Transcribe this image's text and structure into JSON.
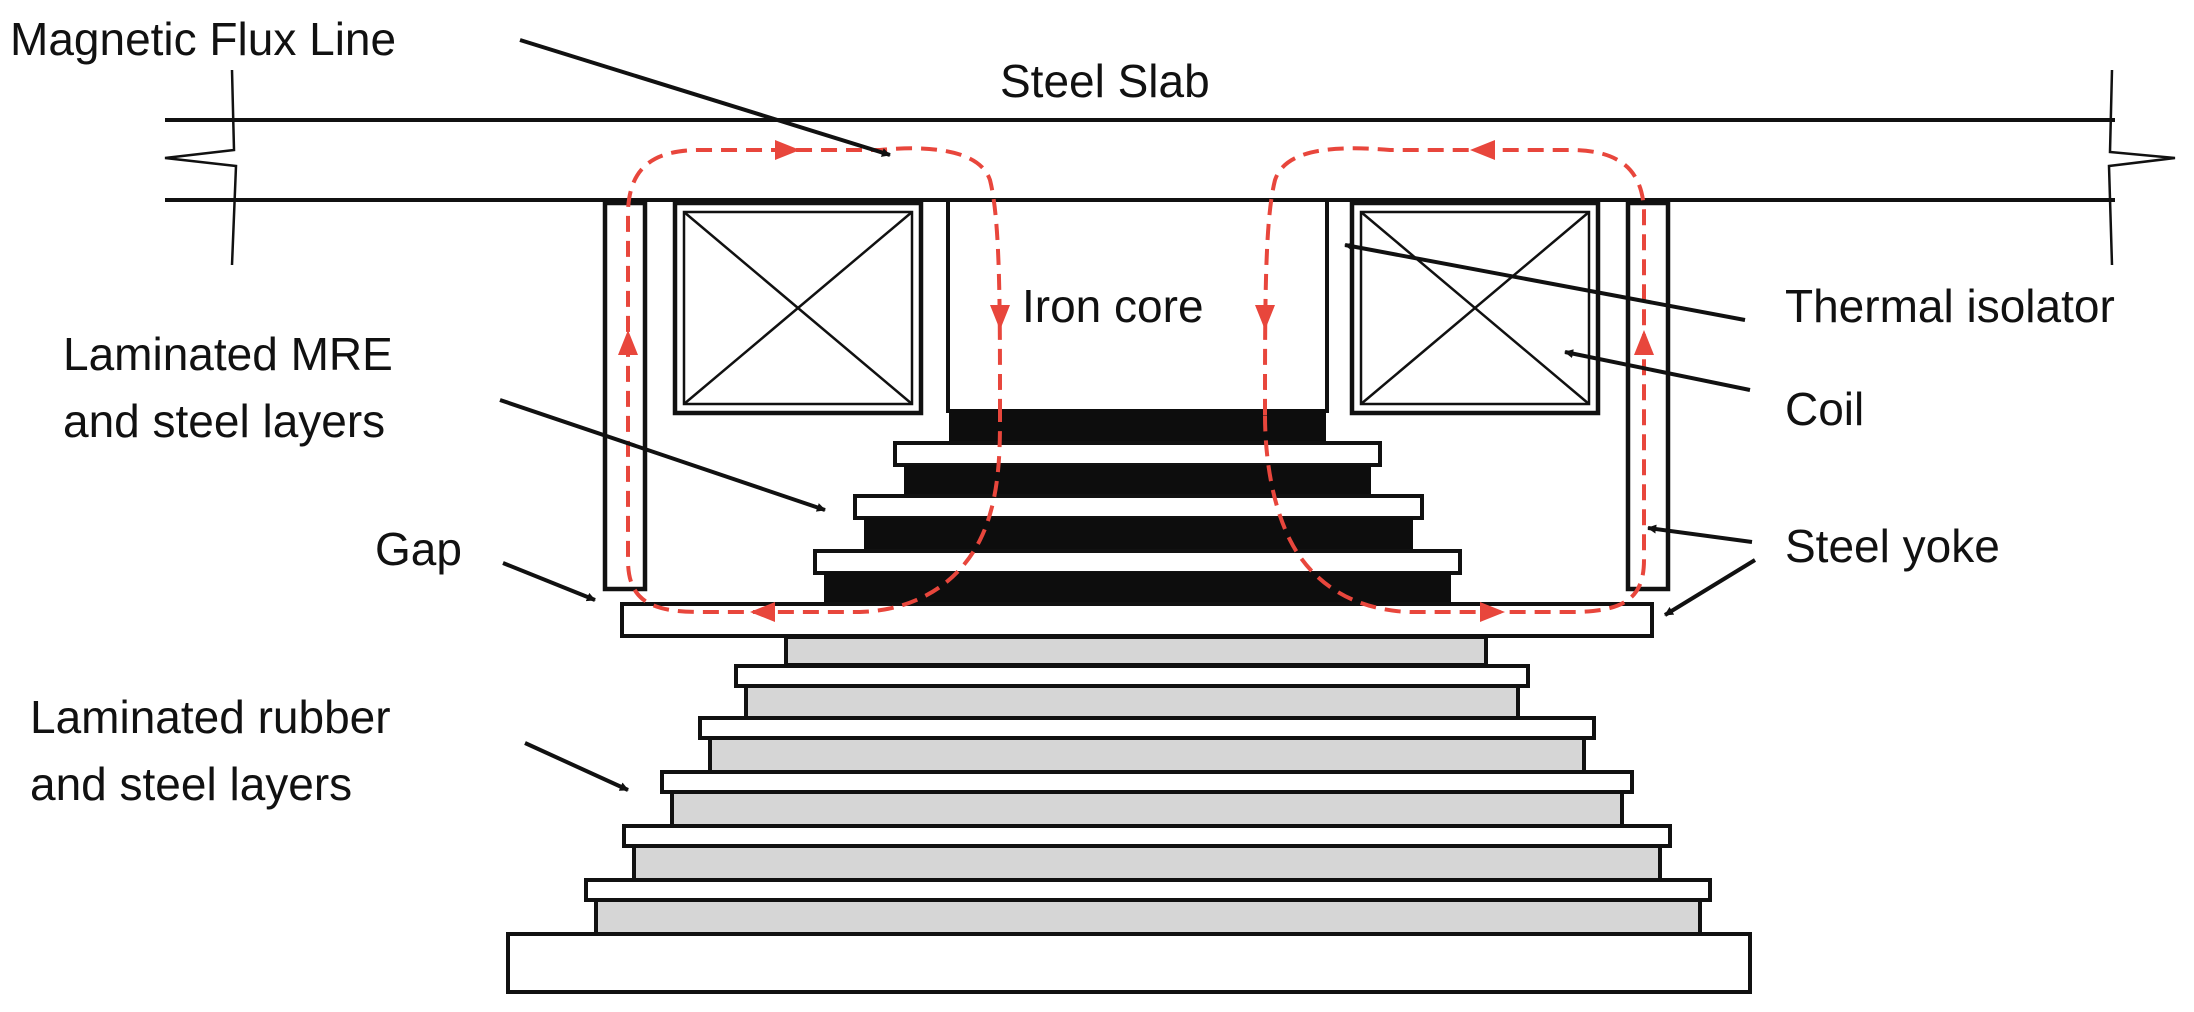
{
  "labels": {
    "magnetic_flux_line": "Magnetic Flux Line",
    "steel_slab": "Steel Slab",
    "iron_core": "Iron core",
    "thermal_isolator": "Thermal isolator",
    "coil": "Coil",
    "laminated_mre_line1": "Laminated MRE",
    "laminated_mre_line2": "and steel layers",
    "gap": "Gap",
    "steel_yoke": "Steel yoke",
    "laminated_rubber_line1": "Laminated rubber",
    "laminated_rubber_line2": "and steel layers"
  },
  "colors": {
    "flux_line": "#e8463c",
    "mre_layer": "#0d0d0d",
    "rubber_layer": "#d6d6d6",
    "steel": "#ffffff",
    "outline": "#111111"
  }
}
